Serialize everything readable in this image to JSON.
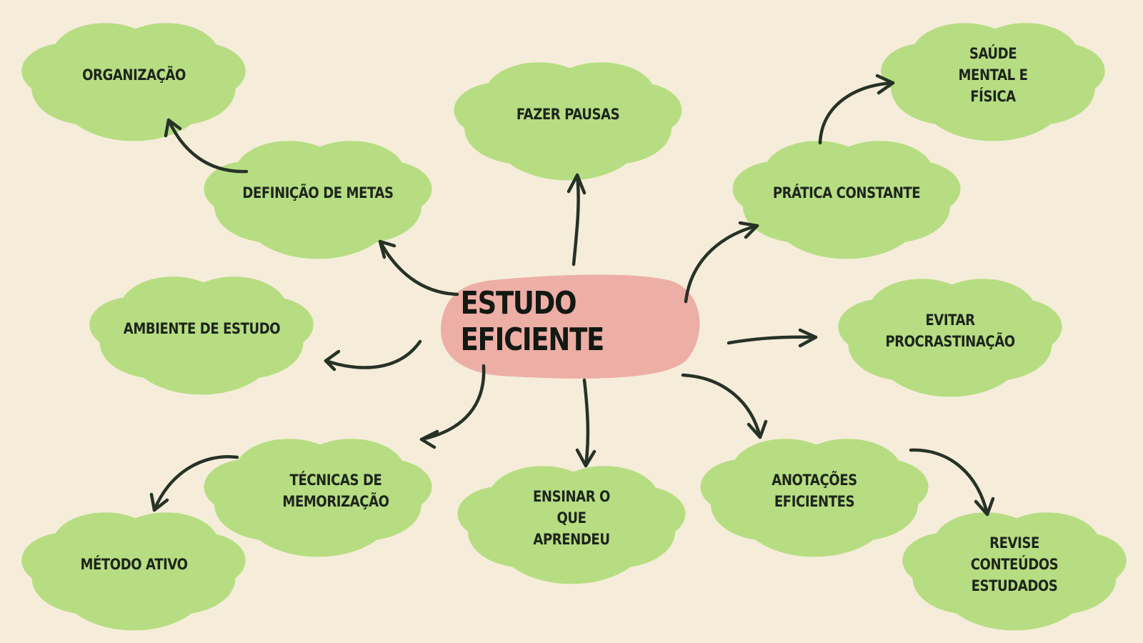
{
  "center": {
    "label": "ESTUDO EFICIENTE"
  },
  "nodes": [
    {
      "id": "organizacao",
      "label": "ORGANIZAÇÃO"
    },
    {
      "id": "definicao-de-metas",
      "label": "DEFINIÇÃO DE METAS"
    },
    {
      "id": "fazer-pausas",
      "label": "FAZER PAUSAS"
    },
    {
      "id": "saude-mental-e-fisica",
      "label": "SAÚDE MENTAL E FÍSICA"
    },
    {
      "id": "pratica-constante",
      "label": "PRÁTICA CONSTANTE"
    },
    {
      "id": "ambiente-de-estudo",
      "label": "AMBIENTE DE ESTUDO"
    },
    {
      "id": "evitar-procrastinacao",
      "label": "EVITAR PROCRASTINAÇÃO"
    },
    {
      "id": "tecnicas-de-memorizacao",
      "label": "TÉCNICAS DE MEMORIZAÇÃO"
    },
    {
      "id": "metodo-ativo",
      "label": "MÉTODO ATIVO"
    },
    {
      "id": "ensinar-o-que-aprendeu",
      "label": "ENSINAR O QUE APRENDEU"
    },
    {
      "id": "anotacoes-eficientes",
      "label": "ANOTAÇÕES EFICIENTES"
    },
    {
      "id": "revise-conteudos-estudados",
      "label": "REVISE CONTEÚDOS ESTUDADOS"
    }
  ],
  "edges": [
    {
      "from": "center",
      "to": "definicao-de-metas"
    },
    {
      "from": "definicao-de-metas",
      "to": "organizacao"
    },
    {
      "from": "center",
      "to": "fazer-pausas"
    },
    {
      "from": "center",
      "to": "pratica-constante"
    },
    {
      "from": "pratica-constante",
      "to": "saude-mental-e-fisica"
    },
    {
      "from": "center",
      "to": "ambiente-de-estudo"
    },
    {
      "from": "center",
      "to": "evitar-procrastinacao"
    },
    {
      "from": "center",
      "to": "tecnicas-de-memorizacao"
    },
    {
      "from": "tecnicas-de-memorizacao",
      "to": "metodo-ativo"
    },
    {
      "from": "center",
      "to": "ensinar-o-que-aprendeu"
    },
    {
      "from": "center",
      "to": "anotacoes-eficientes"
    },
    {
      "from": "anotacoes-eficientes",
      "to": "revise-conteudos-estudados"
    }
  ],
  "colors": {
    "background": "#f5edda",
    "cloud": "#b7dd82",
    "center": "#edaea6",
    "arrow": "#263226",
    "text": "#1d251d"
  }
}
